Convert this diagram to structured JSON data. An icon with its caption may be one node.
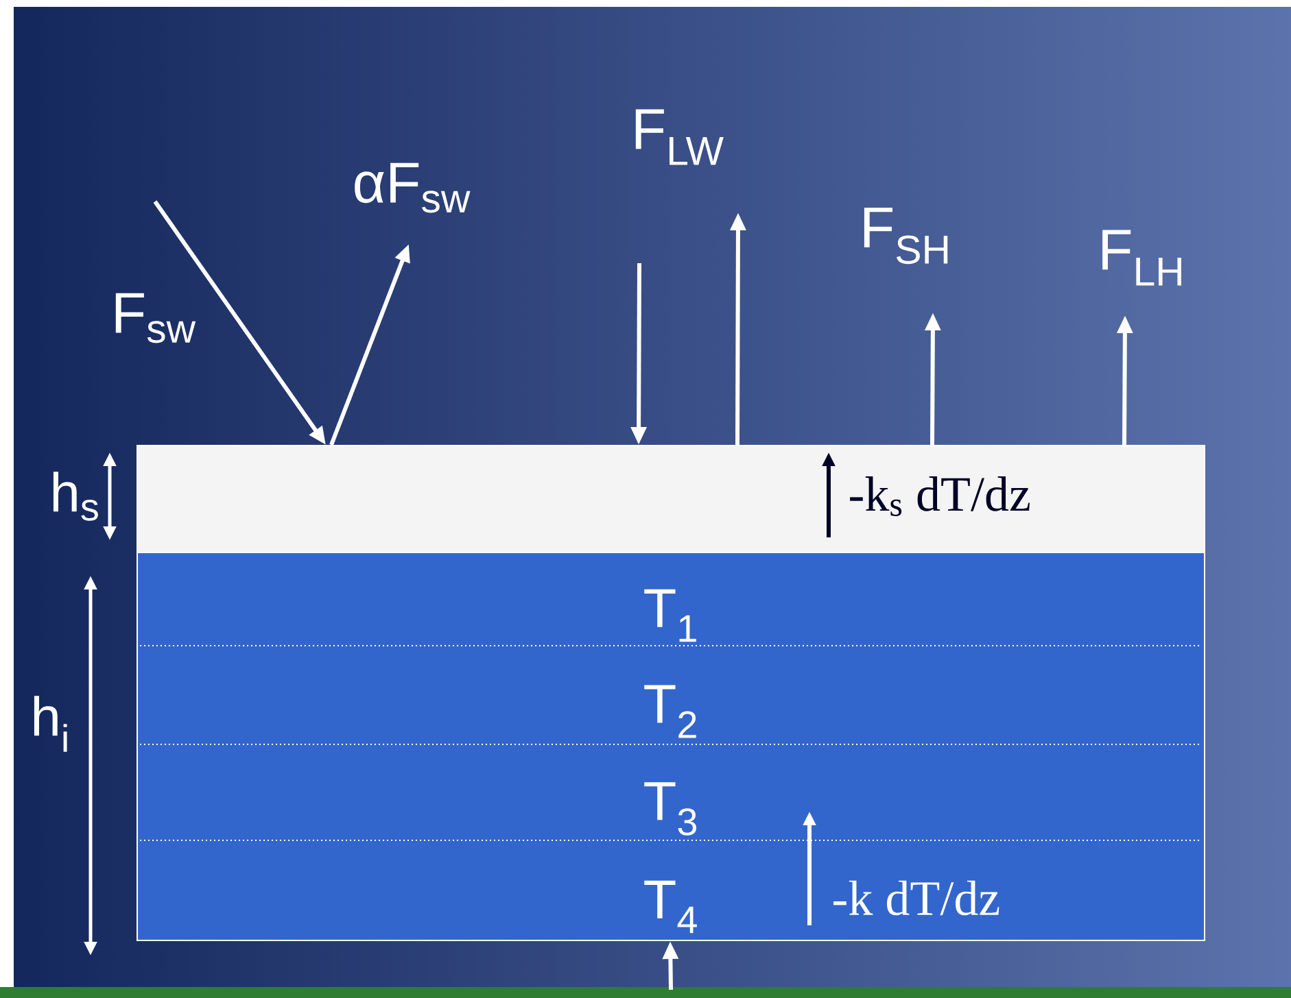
{
  "diagram": {
    "nodes": [
      {
        "text": [],
        "shape": "box"
      },
      {
        "text": [],
        "shape": "box"
      },
      {
        "text": [
          "T$_{1}$"
        ],
        "in": 1
      },
      {
        "text": [
          "T$_{2}$"
        ],
        "in": 1
      },
      {
        "text": [
          "T$_{3}$"
        ],
        "in": 1
      },
      {
        "text": [
          "T$_{4}$"
        ],
        "in": 1
      }
    ],
    "edges": [
      {
        "from": null,
        "to": 0,
        "arrow": "to",
        "label": "F$_{sw}$"
      },
      {
        "from": 0,
        "to": null,
        "arrow": "to",
        "label": "αF$_{sw}$"
      },
      {
        "from": null,
        "to": 0,
        "arrow": "to"
      },
      {
        "from": 0,
        "to": null,
        "arrow": "to",
        "label": "F$_{LW}$"
      },
      {
        "from": 0,
        "to": null,
        "arrow": "to",
        "label": "F$_{SH}$"
      },
      {
        "from": 0,
        "to": null,
        "arrow": "to",
        "label": "F$_{LH}$"
      },
      {
        "from": null,
        "to": 1,
        "arrow": "to"
      }
    ],
    "labels": [
      "h$_{s}$",
      "-k$_{s}$ dT/dz",
      "h$_{i}$",
      "-k dT/dz"
    ]
  }
}
